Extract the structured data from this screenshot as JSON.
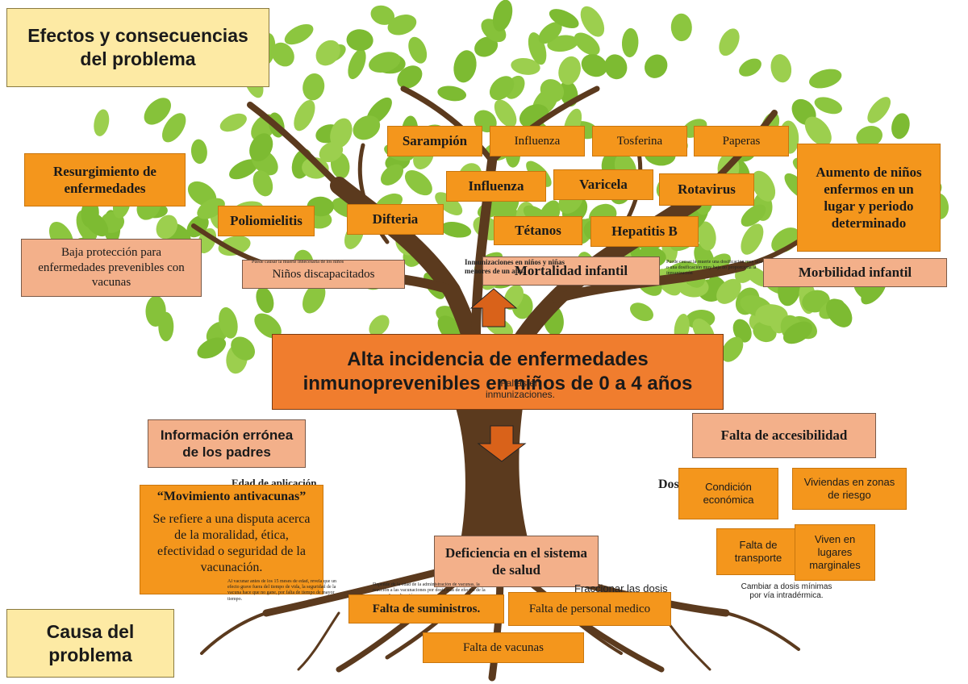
{
  "labels": {
    "effects_title": "Efectos y consecuencias del problema",
    "cause_title": "Causa del problema",
    "main_problem": "Alta incidencia de enfermedades inmunoprevenibles en niños de 0 a 4 años",
    "main_overlay": "Faltas en inmunizaciones."
  },
  "effects": {
    "sarampion": "Sarampión",
    "influenza_1": "Influenza",
    "tosferina": "Tosferina",
    "paperas": "Paperas",
    "influenza_2": "Influenza",
    "varicela": "Varicela",
    "rotavirus": "Rotavirus",
    "poliomielitis": "Poliomielitis",
    "difteria": "Difteria",
    "tetanos": "Tétanos",
    "hepatitis_b": "Hepatitis B",
    "resurgimiento": "Resurgimiento de enfermedades",
    "aumento": "Aumento de niños enfermos en un lugar y periodo determinado",
    "baja_proteccion": "Baja protección para enfermedades prevenibles con vacunas",
    "discapacitados": "Niños discapacitados",
    "mortalidad": "Mortalidad infantil",
    "morbilidad": "Morbilidad infantil",
    "note_discapacitados": "Puede causar la muerte innecesaria de los niños",
    "note_mortalidad": "Inmunizaciones en niños y niñas menores de un año.",
    "note_morbilidad": "Puede causar la muerte una dosificación muy alta o una dosificación muy baja no proporciona la inmunización"
  },
  "causes": {
    "informacion": "Información errónea de los padres",
    "accesibilidad": "Falta de accesibilidad",
    "edad": "Edad de aplicación.",
    "dosificacion": "Dosificación",
    "movimiento_title": "“Movimiento antivacunas”",
    "movimiento_text": "Se refiere a una disputa acerca de la moralidad, ética, efectividad o seguridad de la vacunación.",
    "movimiento_note": "Al vacunar antes de los 15 meses de edad, revela que un efecto grave fuera del tiempo de vida, la seguridad de la vacuna hace que no gane, por falta de tiempo de mayor tiempo.",
    "condicion": "Condición económica",
    "viviendas": "Viviendas en zonas de riesgo",
    "transporte": "Falta de transporte",
    "marginales": "Viven en lugares marginales",
    "deficiencia": "Deficiencia en el sistema de salud",
    "fraccionar": "Fraccionar las dosis",
    "cambiar": "Cambiar a dosis mínimas por vía intradérmica.",
    "deficiencia_note": "Depende de la edad de la administración de vacunas, la reacción a las vacunaciones por dosis más de efectos de la vacuna. La aplicación.",
    "suministros": "Falta de suministros.",
    "personal": "Falta de personal medico",
    "vacunas": "Falta de vacunas"
  },
  "colors": {
    "orange": "#f4961c",
    "salmon": "#f3b08a",
    "yellow": "#fdeaa4",
    "main_box": "#f07d2e",
    "arrow": "#d9621a",
    "leaf": "#8cc63f",
    "trunk": "#5b3a1e"
  }
}
